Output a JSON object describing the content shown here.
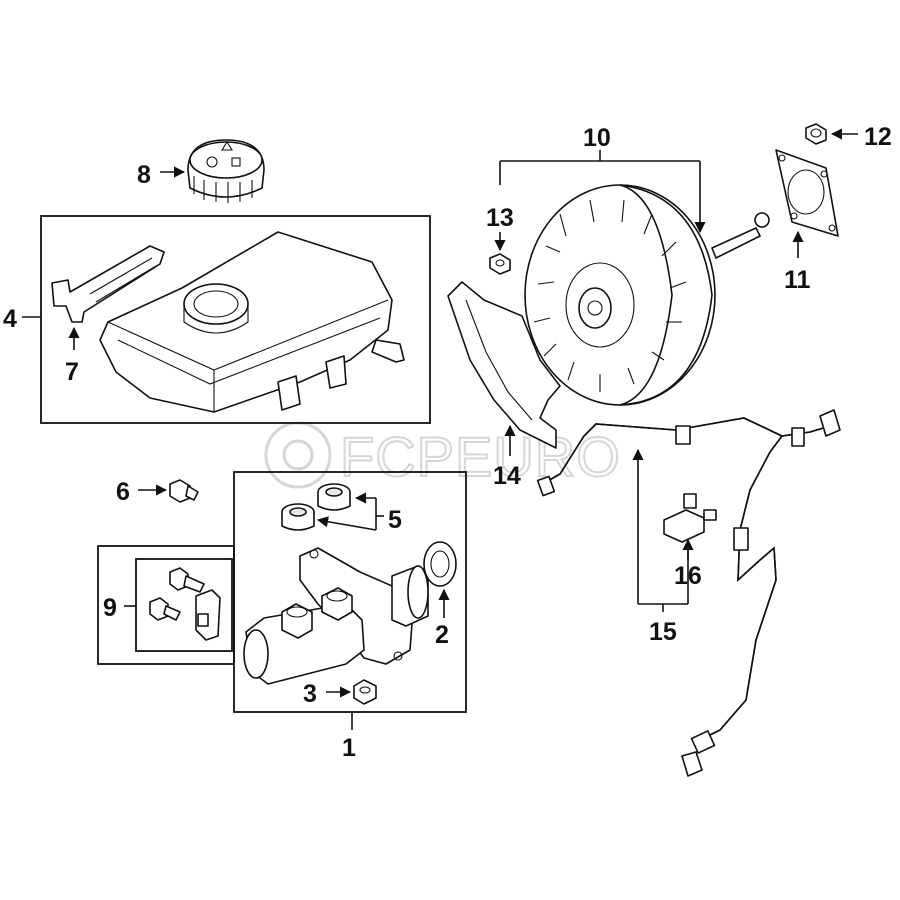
{
  "watermark": "FCPEURO",
  "callouts": {
    "c1": "1",
    "c2": "2",
    "c3": "3",
    "c4": "4",
    "c5": "5",
    "c6": "6",
    "c7": "7",
    "c8": "8",
    "c9": "9",
    "c10": "10",
    "c11": "11",
    "c12": "12",
    "c13": "13",
    "c14": "14",
    "c15": "15",
    "c16": "16"
  },
  "colors": {
    "line": "#111111",
    "watermark": "#d6d6d6",
    "background": "#ffffff"
  }
}
